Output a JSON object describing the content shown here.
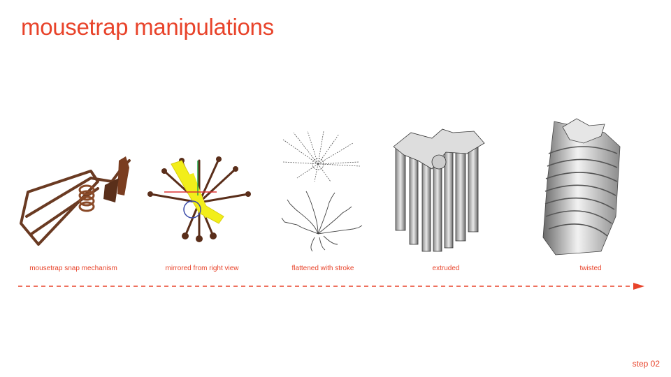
{
  "page": {
    "title": "mousetrap manipulations",
    "step_label": "step 02",
    "accent_color": "#e8432a"
  },
  "stages": [
    {
      "caption": "mousetrap snap mechanism",
      "image": "rusty-mousetrap-photo"
    },
    {
      "caption": "mirrored from right view",
      "image": "mirrored-mousetrap-model"
    },
    {
      "caption": "flattened with stroke",
      "image": "flattened-outline-drawing"
    },
    {
      "caption": "extruded",
      "image": "extruded-3d-form"
    },
    {
      "caption": "twisted",
      "image": "twisted-3d-form"
    }
  ],
  "process_arrow": {
    "style": "dashed",
    "direction": "right",
    "icon": "arrow-right-icon"
  }
}
